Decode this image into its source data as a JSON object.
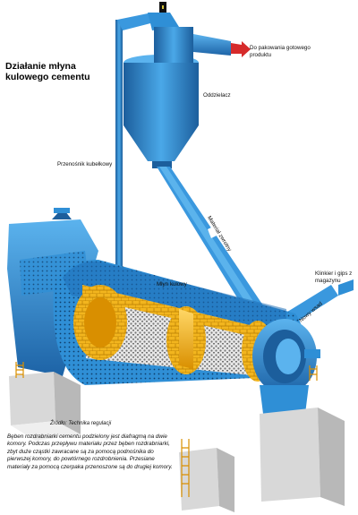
{
  "title": "Działanie młyna kulowego cementu",
  "labels": {
    "outlet": "Do pakowania gotowego produktu",
    "separator": "Oddzielacz",
    "elevator": "Przenośnik kubełkowy",
    "material_return": "Materiał zwrotny",
    "mill": "Młyn kulowy",
    "clinker": "Klinkier i gips z magazynu",
    "new_feed": "Nowy wsad"
  },
  "source": "Źródło: Technika regulacji",
  "caption": "Bęben rozdrabniarki cementu podzielony jest diafragmą na dwie komory. Podczas przepływu materiału przez bęben rozdrabniarki, zbyt duże cząstki zawracane są za pomocą podnośnika do pierwszej komory, do powtórnego rozdrobnienia. Przesiane materiały za pomocą czerpaka przenoszone są do drugiej komory.",
  "colors": {
    "machine_blue": "#2f8fd6",
    "machine_dark": "#1c5e9c",
    "lining": "#f2b51e",
    "concrete": "#d8d8d8",
    "arrow": "#d62b2b"
  }
}
